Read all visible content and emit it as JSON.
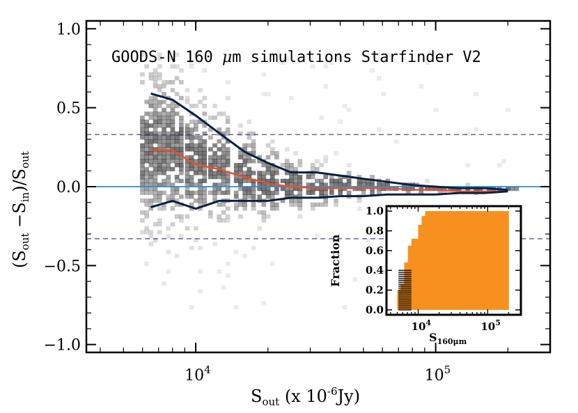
{
  "chart_data": [
    {
      "type": "scatter",
      "subtype": "2d-density-with-lines",
      "title": "GOODS-N 160 μm simulations Starfinder V2",
      "title_parts": {
        "before": "GOODS-N 160 ",
        "mu": "μ",
        "after": "m simulations Starfinder V2"
      },
      "xlabel": "S_out (x 10^-6 Jy)",
      "ylabel": "(S_out - S_in)/S_out",
      "x_scale": "log",
      "xlim": [
        3500,
        300000
      ],
      "ylim": [
        -1.05,
        1.05
      ],
      "x_ticks": [
        {
          "value": 10000,
          "base": "10",
          "exp": "4"
        },
        {
          "value": 100000,
          "base": "10",
          "exp": "5"
        }
      ],
      "y_ticks": [
        {
          "value": 1.0,
          "label": "1.0"
        },
        {
          "value": 0.5,
          "label": "0.5"
        },
        {
          "value": 0.0,
          "label": "0.0"
        },
        {
          "value": -0.5,
          "label": "−0.5"
        },
        {
          "value": -1.0,
          "label": "−1.0"
        }
      ],
      "reference_lines": [
        {
          "y": 0.0,
          "style": "solid",
          "color": "#2a8fd0"
        },
        {
          "y": 0.33,
          "style": "dashed",
          "color": "#4a2a78"
        },
        {
          "y": -0.33,
          "style": "dashed",
          "color": "#4a2a78"
        }
      ],
      "series": [
        {
          "role": "upper-envelope",
          "color": "#0b1f44",
          "x": [
            6500,
            8000,
            10000,
            12500,
            16000,
            20000,
            25000,
            32000,
            40000,
            50000,
            63000,
            80000,
            100000,
            125000,
            160000,
            200000
          ],
          "y": [
            0.59,
            0.55,
            0.45,
            0.34,
            0.22,
            0.15,
            0.09,
            0.09,
            0.07,
            0.05,
            0.03,
            0.01,
            0.0,
            -0.01,
            -0.01,
            -0.02
          ]
        },
        {
          "role": "median",
          "color": "#e8502a",
          "x": [
            6500,
            8000,
            10000,
            12500,
            16000,
            20000,
            25000,
            32000,
            40000,
            50000,
            63000,
            80000,
            100000,
            125000,
            160000,
            200000
          ],
          "y": [
            0.23,
            0.23,
            0.14,
            0.11,
            0.06,
            0.02,
            0.0,
            -0.01,
            -0.01,
            -0.01,
            -0.01,
            -0.02,
            -0.02,
            -0.03,
            -0.03,
            -0.03
          ]
        },
        {
          "role": "lower-envelope",
          "color": "#0b1f44",
          "x": [
            6500,
            8000,
            10000,
            12500,
            16000,
            20000,
            25000,
            32000,
            40000,
            50000,
            63000,
            80000,
            100000,
            125000,
            160000,
            200000
          ],
          "y": [
            -0.13,
            -0.09,
            -0.14,
            -0.09,
            -0.09,
            -0.09,
            -0.07,
            -0.07,
            -0.06,
            -0.06,
            -0.05,
            -0.05,
            -0.05,
            -0.04,
            -0.04,
            -0.03
          ]
        }
      ],
      "density": {
        "x_bins": [
          6500,
          8000,
          10000,
          12500,
          16000,
          20000,
          25000,
          32000,
          40000,
          50000,
          63000,
          80000,
          100000,
          125000,
          160000,
          200000
        ],
        "center": [
          0.23,
          0.23,
          0.14,
          0.11,
          0.06,
          0.02,
          0.0,
          -0.01,
          -0.01,
          -0.01,
          -0.01,
          -0.02,
          -0.02,
          -0.03,
          -0.03,
          -0.03
        ],
        "spread": [
          0.45,
          0.42,
          0.36,
          0.3,
          0.25,
          0.2,
          0.15,
          0.12,
          0.09,
          0.07,
          0.05,
          0.04,
          0.03,
          0.025,
          0.02,
          0.015
        ],
        "color": "#000000"
      },
      "colors": {
        "axis": "#000000"
      }
    },
    {
      "type": "bar",
      "role": "inset-histogram",
      "xlabel": "S_160μm",
      "ylabel": "Fraction",
      "x_scale": "log",
      "xlim": [
        3500,
        300000
      ],
      "ylim": [
        -0.05,
        1.05
      ],
      "y_ticks": [
        {
          "value": 1.0,
          "label": "1.0"
        },
        {
          "value": 0.8,
          "label": "0.8"
        },
        {
          "value": 0.6,
          "label": "0.6"
        },
        {
          "value": 0.4,
          "label": "0.4"
        },
        {
          "value": 0.2,
          "label": "0.2"
        },
        {
          "value": 0.0,
          "label": "0.0"
        }
      ],
      "x_ticks": [
        {
          "value": 10000,
          "base": "10",
          "exp": "4"
        },
        {
          "value": 100000,
          "base": "10",
          "exp": "5"
        }
      ],
      "bin_edges": [
        5000,
        5600,
        6300,
        7100,
        8000,
        8900,
        10000,
        11200,
        12600,
        14100,
        15800,
        17800,
        20000,
        22400,
        25100,
        28200,
        31600,
        35500,
        39800,
        44700,
        50100,
        56200,
        63100,
        70800,
        79400,
        89100,
        100000,
        112200,
        125900,
        141300,
        158500,
        177800,
        200000
      ],
      "fraction": [
        0.2,
        0.26,
        0.48,
        0.65,
        0.72,
        0.72,
        0.86,
        0.95,
        1.0,
        1.0,
        1.0,
        1.0,
        1.0,
        1.0,
        1.0,
        1.0,
        1.0,
        1.0,
        1.0,
        1.0,
        1.0,
        1.0,
        1.0,
        1.0,
        1.0,
        1.0,
        1.0,
        1.0,
        1.0,
        1.0,
        1.0,
        1.0
      ],
      "hatched": {
        "x_range": [
          5200,
          8000
        ],
        "y_max": 0.42
      },
      "colors": {
        "fill": "#f7901e",
        "hatch": "#000000",
        "axis": "#000000"
      }
    }
  ]
}
